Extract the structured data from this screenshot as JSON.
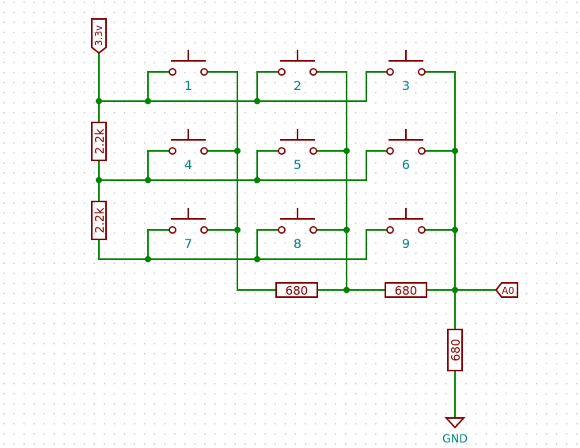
{
  "power": {
    "supply_label": "3.3v",
    "ground_label": "GND"
  },
  "port": {
    "label": "A0"
  },
  "resistors": {
    "pullup_top": "2.2k",
    "pullup_bottom": "2.2k",
    "ladder_left": "680",
    "ladder_right": "680",
    "to_ground": "680"
  },
  "switches": [
    "1",
    "2",
    "3",
    "4",
    "5",
    "6",
    "7",
    "8",
    "9"
  ],
  "colors": {
    "wire": "#008400",
    "component": "#840000",
    "label": "#008484",
    "grid_dot": "#b8b8b8",
    "background": "#ffffff"
  }
}
